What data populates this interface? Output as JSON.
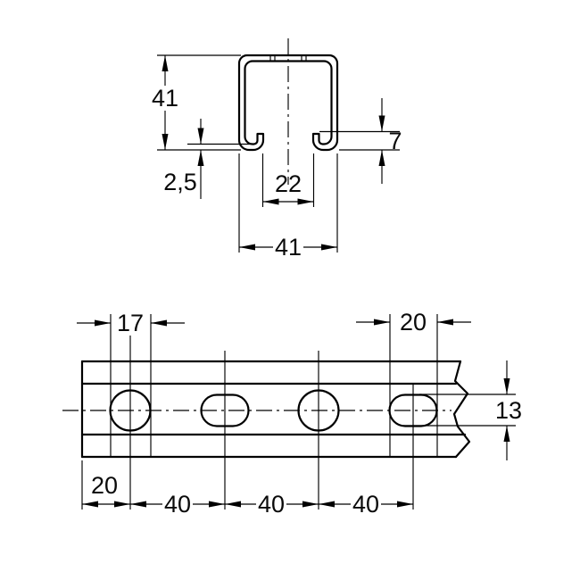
{
  "drawing": {
    "title": "strut-channel technical drawing",
    "colors": {
      "line": "#000000",
      "background": "#ffffff"
    }
  },
  "cross_section": {
    "height": "41",
    "wall_thickness": "2,5",
    "slot_opening": "22",
    "width": "41",
    "lip_height": "7"
  },
  "side_view": {
    "round_hole_diameter": "17",
    "slot_length": "20",
    "slot_height": "13",
    "end_distance": "20",
    "pitch_a": "40",
    "pitch_b": "40",
    "pitch_c": "40"
  }
}
